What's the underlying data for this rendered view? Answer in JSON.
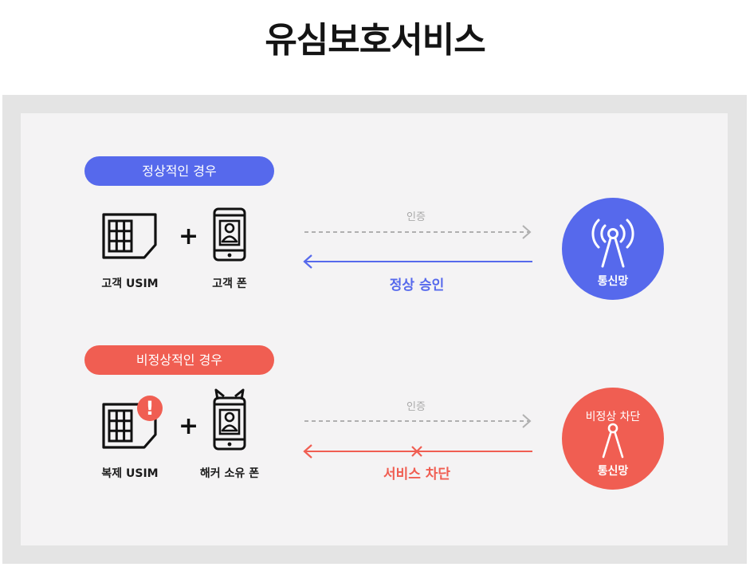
{
  "title": "유심보호서비스",
  "colors": {
    "blue": "#5669ec",
    "red": "#f05e52",
    "gray_arrow": "#b0b0b0",
    "frame": "#e4e4e4",
    "panel": "#f4f3f4"
  },
  "normal": {
    "pill": "정상적인 경우",
    "sim_label": "고객 USIM",
    "phone_label": "고객 폰",
    "plus": "+",
    "auth_label": "인증",
    "response_label": "정상 승인",
    "network_label": "통신망",
    "icons": [
      "sim-card-icon",
      "phone-user-icon",
      "antenna-tower-icon"
    ]
  },
  "abnormal": {
    "pill": "비정상적인 경우",
    "sim_label": "복제 USIM",
    "phone_label": "해커 소유 폰",
    "plus": "+",
    "auth_label": "인증",
    "response_label": "서비스 차단",
    "network_top_label": "비정상 차단",
    "network_label": "통신망",
    "alert_mark": "!",
    "icons": [
      "sim-card-icon",
      "alert-icon",
      "hacker-phone-icon",
      "antenna-icon",
      "blocked-x-icon"
    ]
  }
}
